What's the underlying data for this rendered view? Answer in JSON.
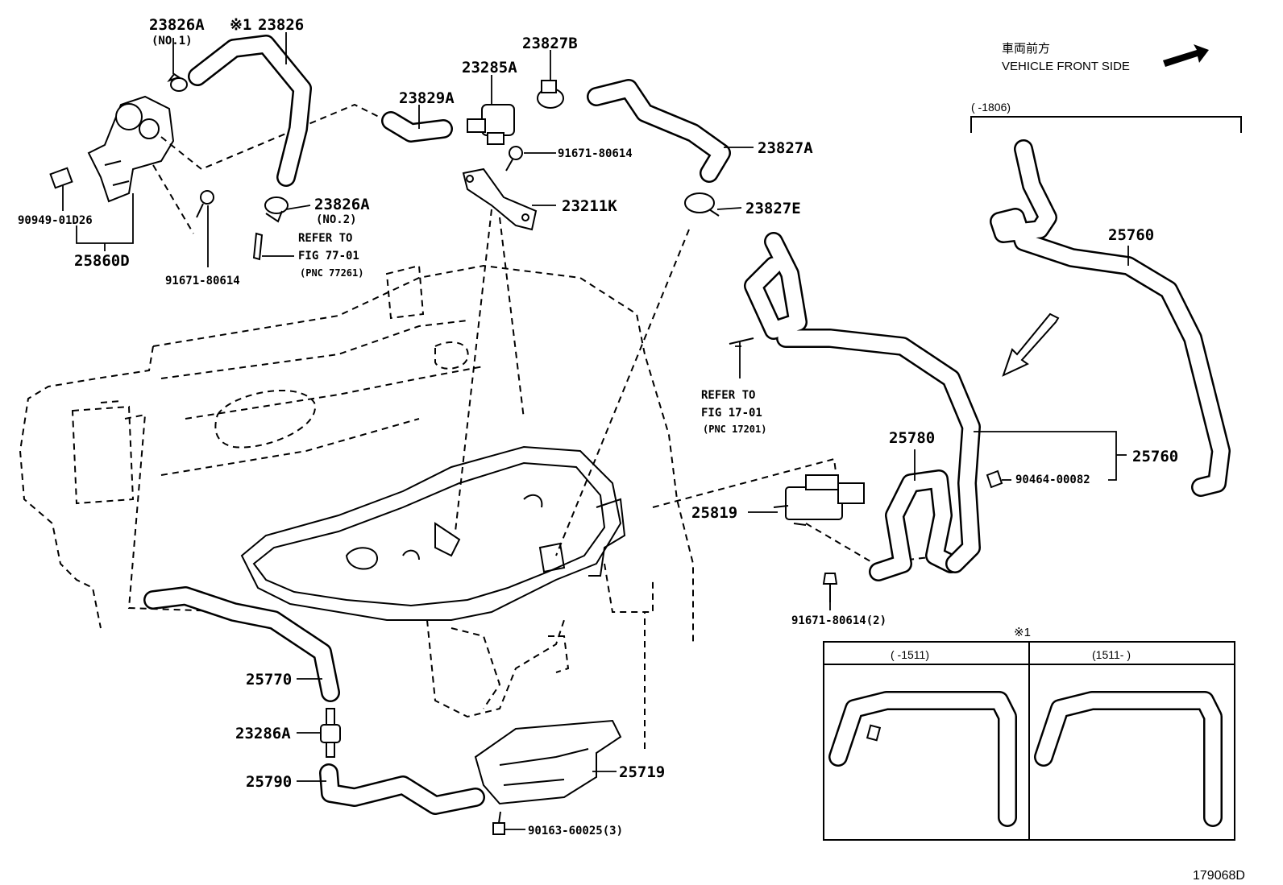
{
  "front_indicator": {
    "japanese": "車両前方",
    "english": "VEHICLE FRONT SIDE"
  },
  "parts": {
    "p23826A_1": "23826A",
    "p23826A_1_note": "(NO.1)",
    "p23826": "23826",
    "p23826_mark": "※1",
    "p23827B": "23827B",
    "p23285A": "23285A",
    "p23829A": "23829A",
    "p91671_a": "91671-80614",
    "p23827A": "23827A",
    "p23211K": "23211K",
    "p23826A_2": "23826A",
    "p23826A_2_note": "(NO.2)",
    "p23827E": "23827E",
    "p90949": "90949-01D26",
    "p25860D": "25860D",
    "p91671_b": "91671-80614",
    "p25760_top": "25760",
    "p25780": "25780",
    "p25760_right": "25760",
    "p90464": "90464-00082",
    "p25819": "25819",
    "p91671_c": "91671-80614(2)",
    "p25770": "25770",
    "p23286A": "23286A",
    "p25790": "25790",
    "p25719": "25719",
    "p90163": "90163-60025(3)"
  },
  "references": {
    "ref1": {
      "line1": "REFER TO",
      "line2": "FIG 77-01",
      "line3": "(PNC 77261)"
    },
    "ref2": {
      "line1": "REFER TO",
      "line2": "FIG 17-01",
      "line3": "(PNC 17201)"
    }
  },
  "date_ranges": {
    "top_right": "(     -1806)",
    "inset_left": "(     -1511)",
    "inset_right": "(1511-     )"
  },
  "inset_mark": "※1",
  "figure_id": "179068D"
}
